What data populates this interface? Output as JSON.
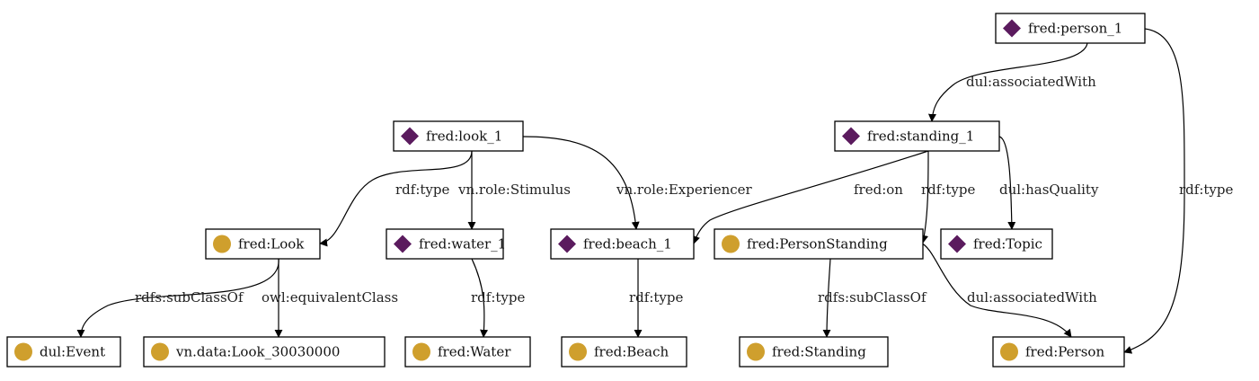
{
  "colors": {
    "individual": "#5b1b5e",
    "class": "#cf9f2d"
  },
  "nodes": {
    "person_1": {
      "label": "fred:person_1",
      "kind": "individual"
    },
    "standing_1": {
      "label": "fred:standing_1",
      "kind": "individual"
    },
    "look_1": {
      "label": "fred:look_1",
      "kind": "individual"
    },
    "Look": {
      "label": "fred:Look",
      "kind": "class"
    },
    "water_1": {
      "label": "fred:water_1",
      "kind": "individual"
    },
    "beach_1": {
      "label": "fred:beach_1",
      "kind": "individual"
    },
    "PersonStanding": {
      "label": "fred:PersonStanding",
      "kind": "class"
    },
    "Topic": {
      "label": "fred:Topic",
      "kind": "individual"
    },
    "Event": {
      "label": "dul:Event",
      "kind": "class"
    },
    "Look_30030000": {
      "label": "vn.data:Look_30030000",
      "kind": "class"
    },
    "Water": {
      "label": "fred:Water",
      "kind": "class"
    },
    "Beach": {
      "label": "fred:Beach",
      "kind": "class"
    },
    "Standing": {
      "label": "fred:Standing",
      "kind": "class"
    },
    "Person": {
      "label": "fred:Person",
      "kind": "class"
    }
  },
  "edges": [
    {
      "from": "person_1",
      "to": "standing_1",
      "label": "dul:associatedWith"
    },
    {
      "from": "person_1",
      "to": "Person",
      "label": "rdf:type"
    },
    {
      "from": "look_1",
      "to": "Look",
      "label": "rdf:type"
    },
    {
      "from": "look_1",
      "to": "water_1",
      "label": "vn.role:Stimulus"
    },
    {
      "from": "look_1",
      "to": "beach_1",
      "label": "vn.role:Experiencer"
    },
    {
      "from": "standing_1",
      "to": "beach_1",
      "label": "fred:on"
    },
    {
      "from": "standing_1",
      "to": "PersonStanding",
      "label": "rdf:type"
    },
    {
      "from": "standing_1",
      "to": "Topic",
      "label": "dul:hasQuality"
    },
    {
      "from": "Look",
      "to": "Event",
      "label": "rdfs:subClassOf"
    },
    {
      "from": "Look",
      "to": "Look_30030000",
      "label": "owl:equivalentClass"
    },
    {
      "from": "water_1",
      "to": "Water",
      "label": "rdf:type"
    },
    {
      "from": "beach_1",
      "to": "Beach",
      "label": "rdf:type"
    },
    {
      "from": "PersonStanding",
      "to": "Standing",
      "label": "rdfs:subClassOf"
    },
    {
      "from": "PersonStanding",
      "to": "Person",
      "label": "dul:associatedWith"
    }
  ]
}
